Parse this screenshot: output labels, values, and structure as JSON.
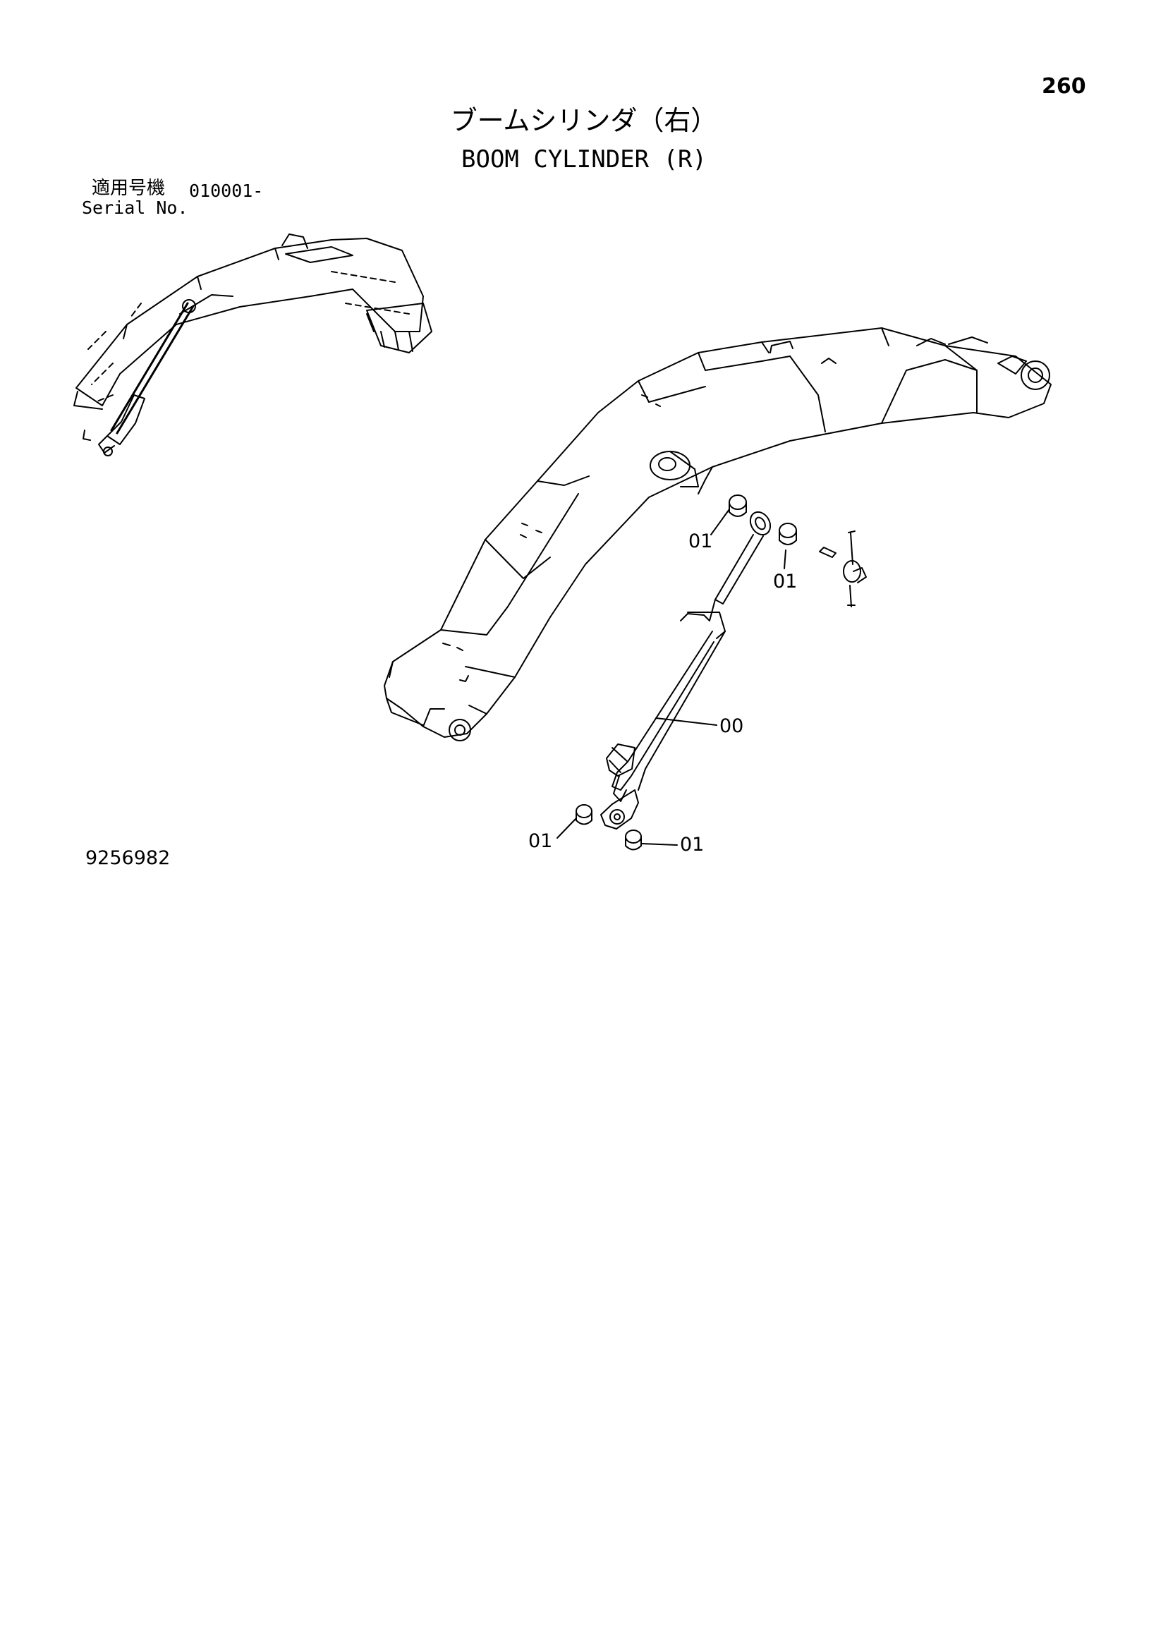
{
  "page": {
    "number": "260",
    "title_jp": "ブームシリンダ（右）",
    "title_en": "BOOM CYLINDER (R)"
  },
  "serial": {
    "label_jp": "適用号機",
    "value": "010001-",
    "label_en": "Serial No."
  },
  "callouts": [
    {
      "id": "01",
      "part": "bushing"
    },
    {
      "id": "01",
      "part": "bushing"
    },
    {
      "id": "00",
      "part": "boom-cylinder"
    },
    {
      "id": "01",
      "part": "bushing"
    },
    {
      "id": "01",
      "part": "bushing"
    }
  ],
  "drawing_number": "9256982"
}
